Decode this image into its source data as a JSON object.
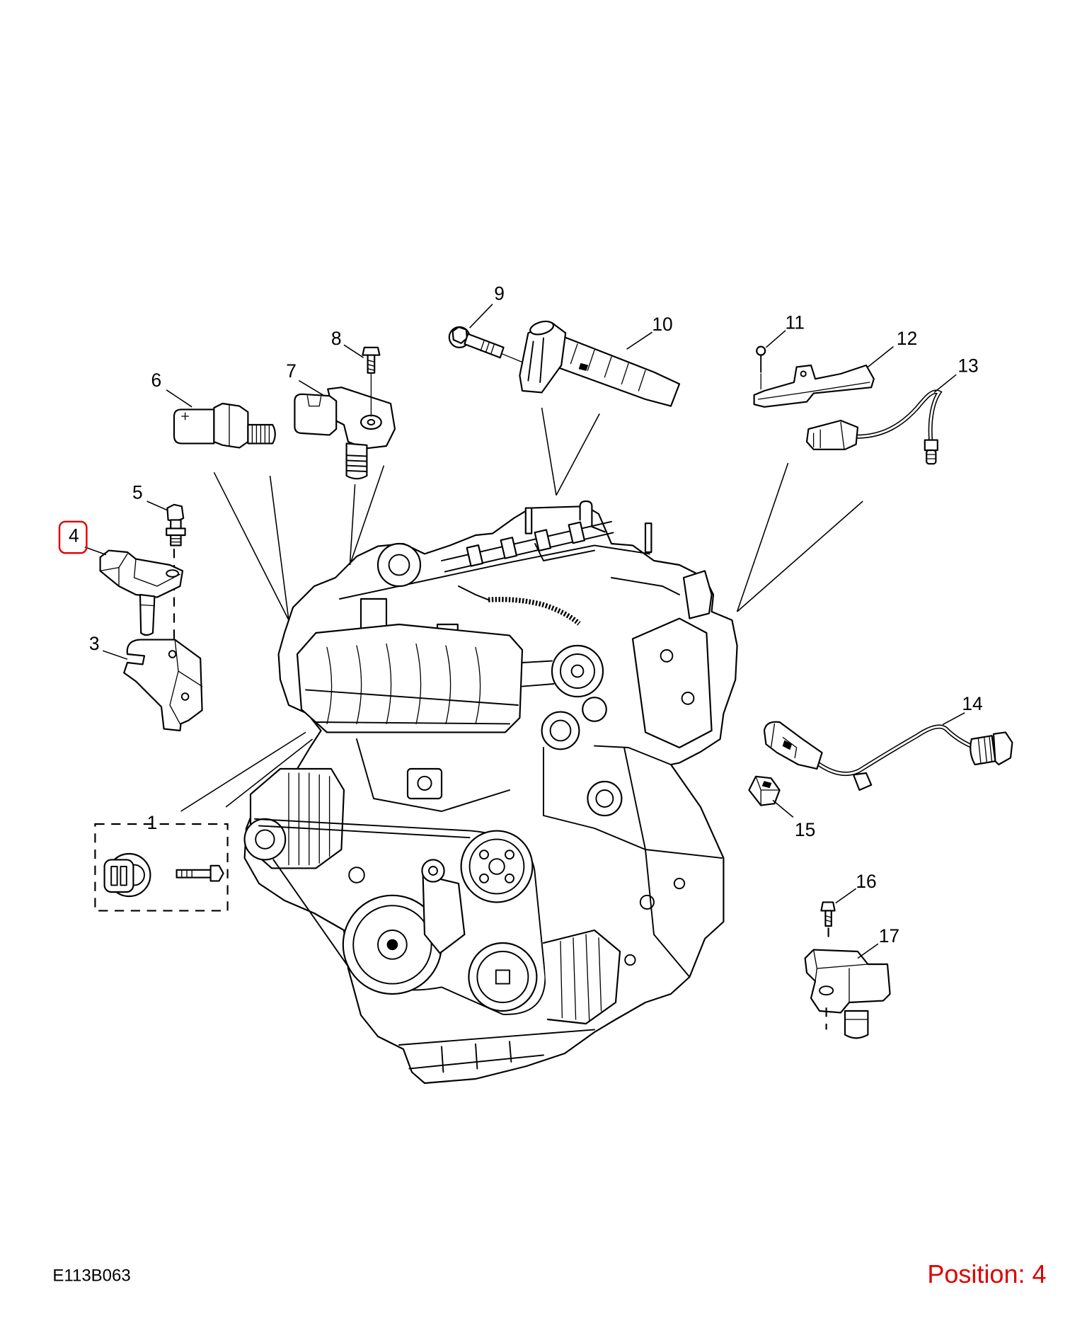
{
  "diagram": {
    "callouts": {
      "c1": "1",
      "c3": "3",
      "c4": "4",
      "c5": "5",
      "c6": "6",
      "c7": "7",
      "c8": "8",
      "c9": "9",
      "c10": "10",
      "c11": "11",
      "c12": "12",
      "c13": "13",
      "c14": "14",
      "c15": "15",
      "c16": "16",
      "c17": "17"
    }
  },
  "footer": {
    "diagram_code": "E113B063",
    "position_label": "Position: 4"
  },
  "colors": {
    "highlight": "#e00000",
    "line": "#000000",
    "background": "#ffffff"
  }
}
